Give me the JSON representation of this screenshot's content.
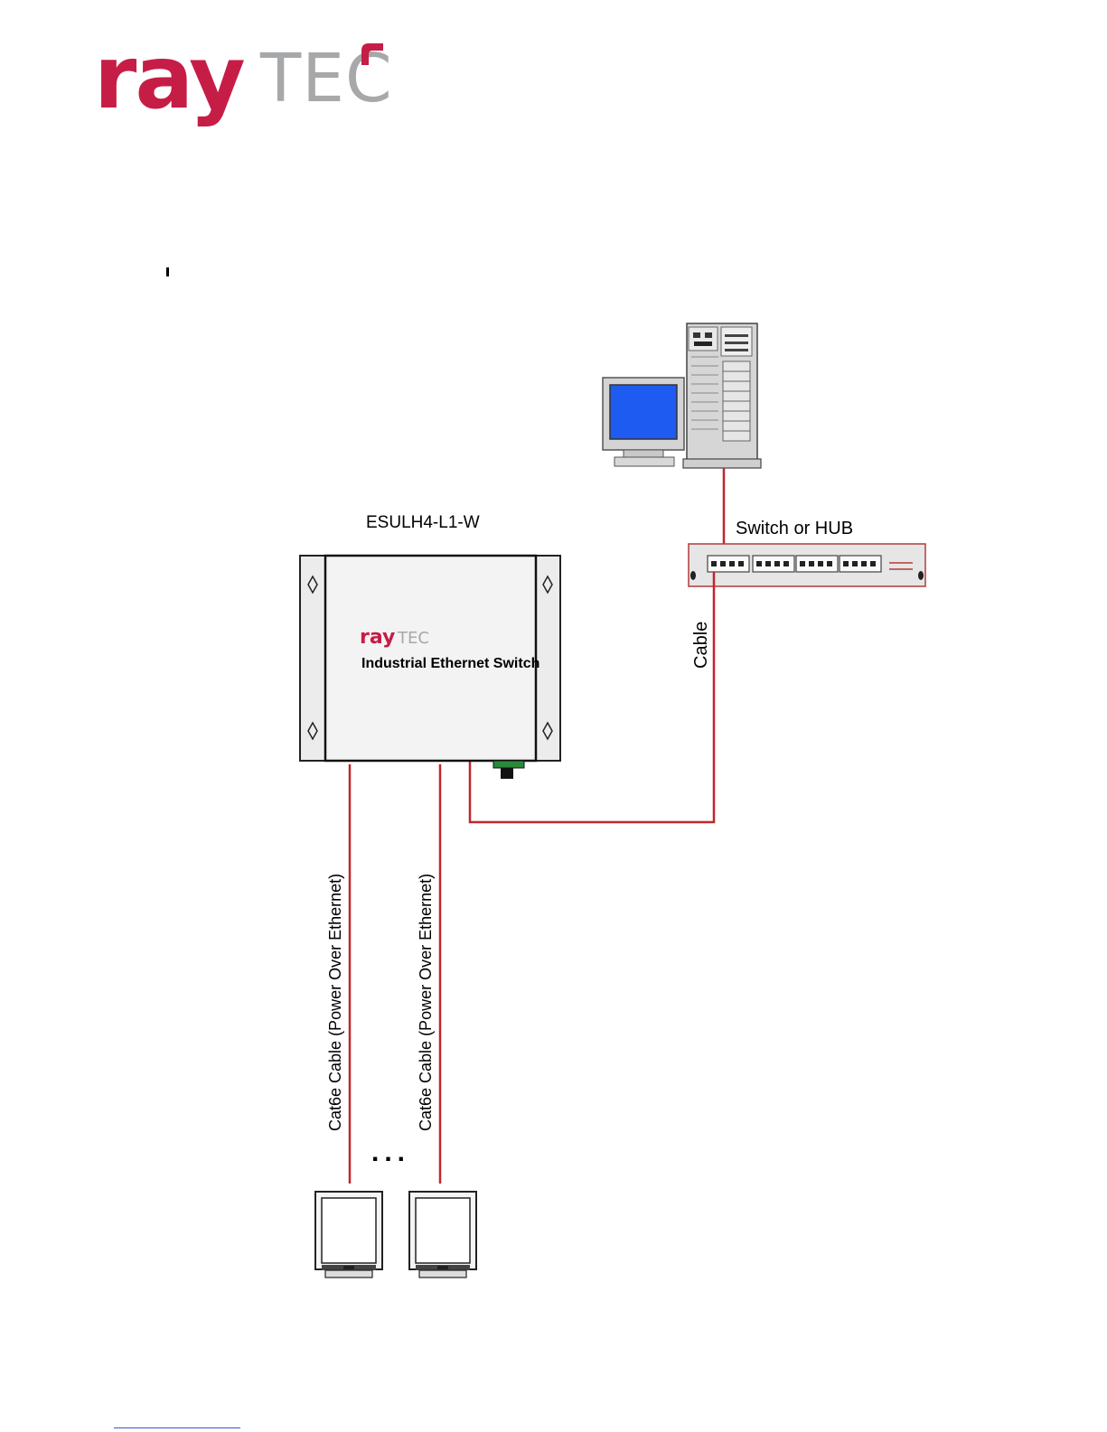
{
  "logo": {
    "brand_ray": "ray",
    "brand_tec": "TEC",
    "accent_color": "#c61d46",
    "gray_color": "#a7a8aa"
  },
  "diagram": {
    "device_model": "ESULH4-L1-W",
    "device_brand_ray": "ray",
    "device_brand_tec": "TEC",
    "device_name": "Industrial Ethernet Switch",
    "switch_label": "Switch or HUB",
    "uplink_cable_label": "Cable",
    "poe_cable_label_1": "Cat6e Cable (Power Over Ethernet)",
    "poe_cable_label_2": "Cat6e Cable (Power Over Ethernet)",
    "ellipsis": "...",
    "cable_color": "#c0272d",
    "screen_color": "#1e5bf0"
  }
}
